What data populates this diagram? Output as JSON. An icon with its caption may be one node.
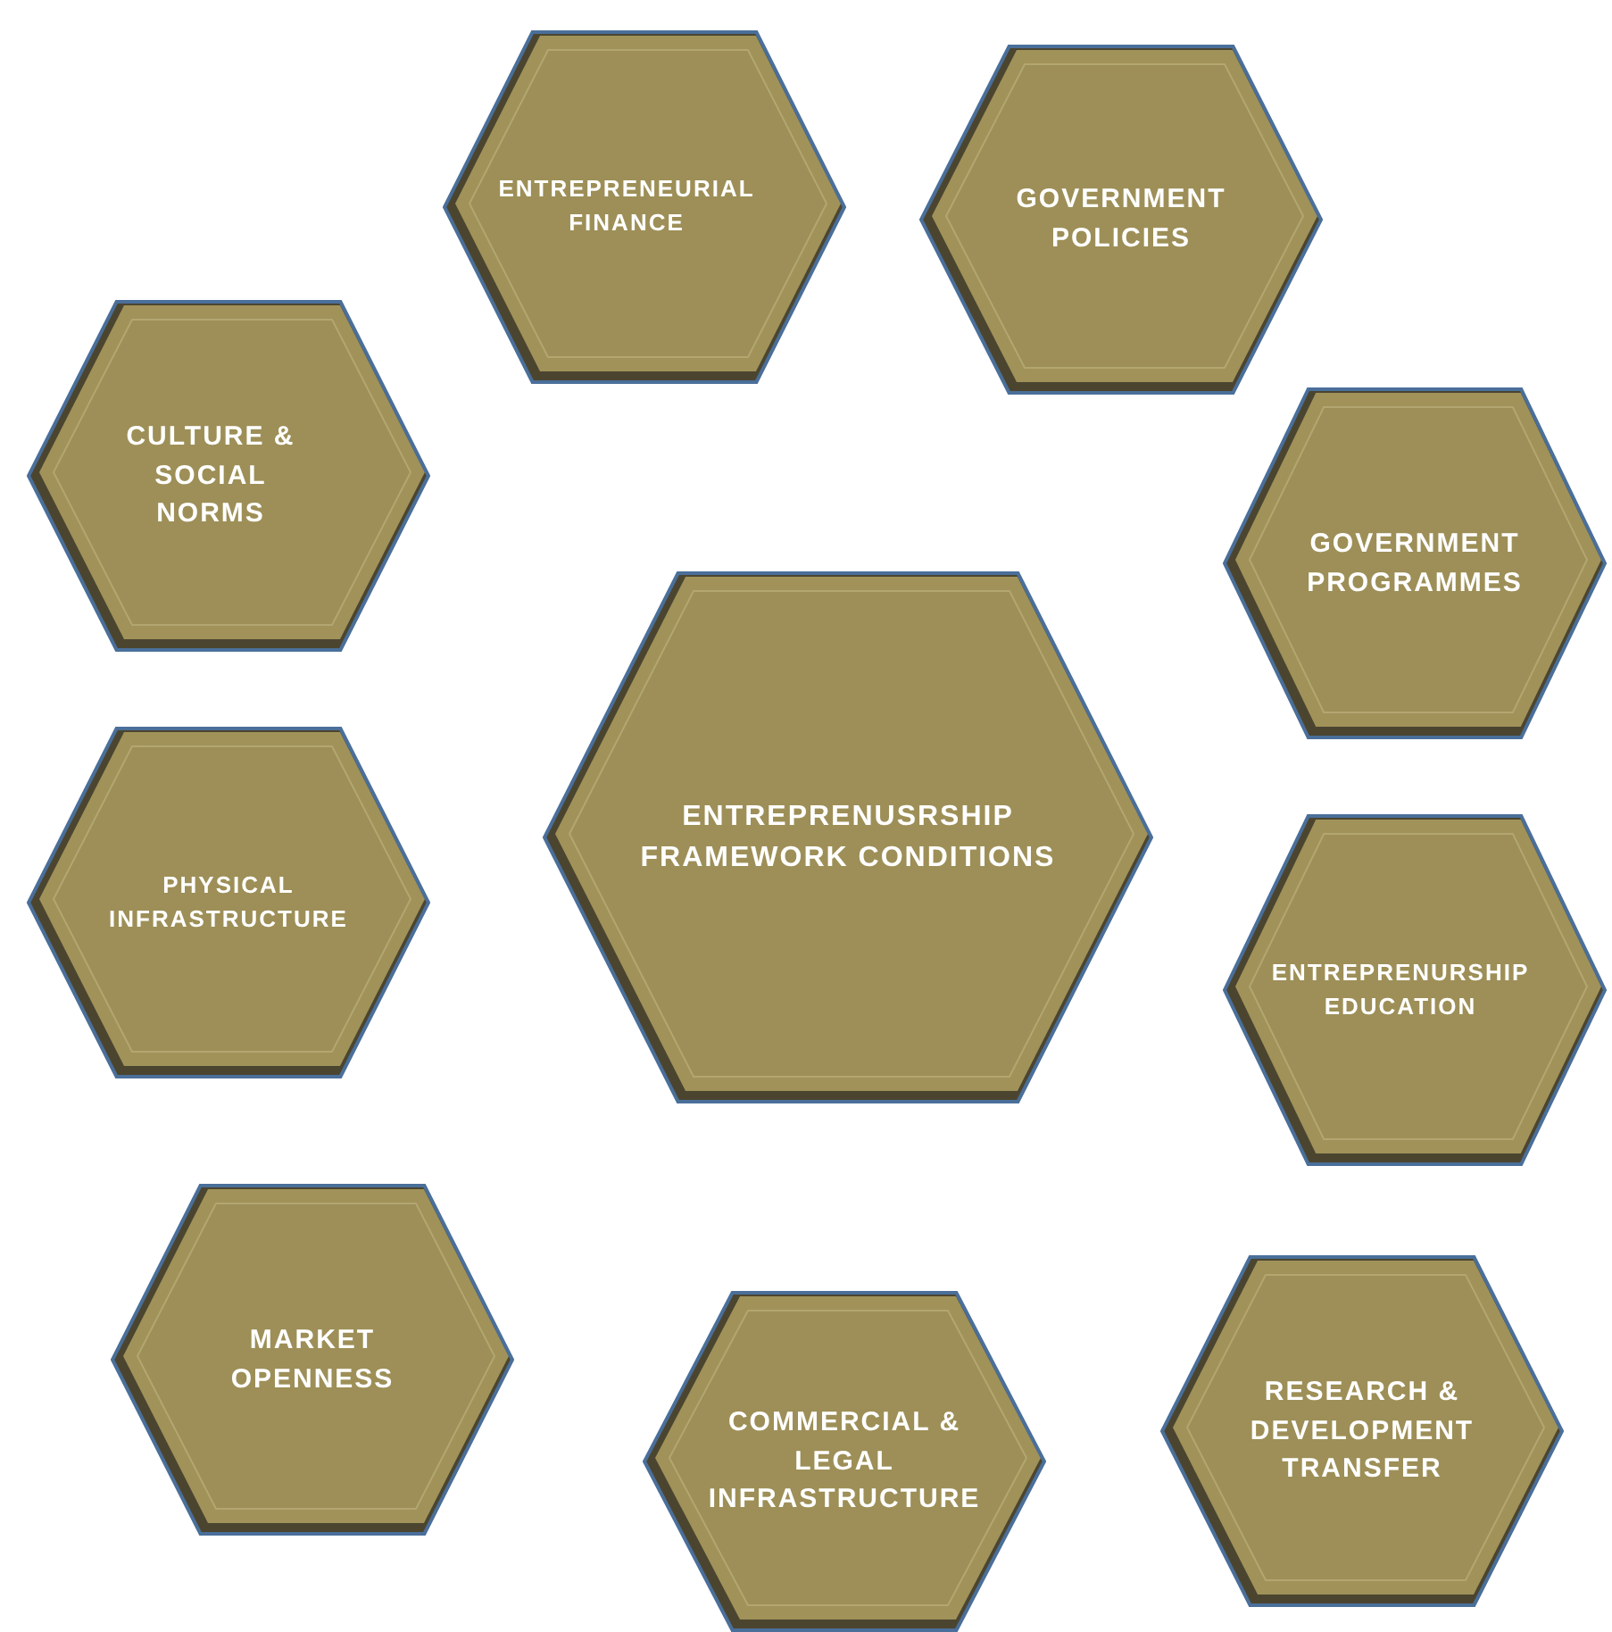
{
  "diagram": {
    "nodes": [
      {
        "text": [
          "ENTREPRENEURIAL FINANCE"
        ]
      },
      {
        "text": [
          "GOVERNMENT POLICIES"
        ]
      },
      {
        "text": [
          "CULTURE & SOCIAL NORMS"
        ]
      },
      {
        "text": [
          "GOVERNMENT PROGRAMMES"
        ]
      },
      {
        "text": [
          "ENTREPRENUSRSHIP FRAMEWORK CONDITIONS"
        ]
      },
      {
        "text": [
          "PHYSICAL INFRASTRUCTURE"
        ]
      },
      {
        "text": [
          "ENTREPRENURSHIP EDUCATION"
        ]
      },
      {
        "text": [
          "MARKET OPENNESS"
        ]
      },
      {
        "text": [
          "RESEARCH & DEVELOPMENT TRANSFER"
        ]
      },
      {
        "text": [
          "COMMERCIAL & LEGAL INFRASTRUCTURE"
        ]
      }
    ]
  }
}
